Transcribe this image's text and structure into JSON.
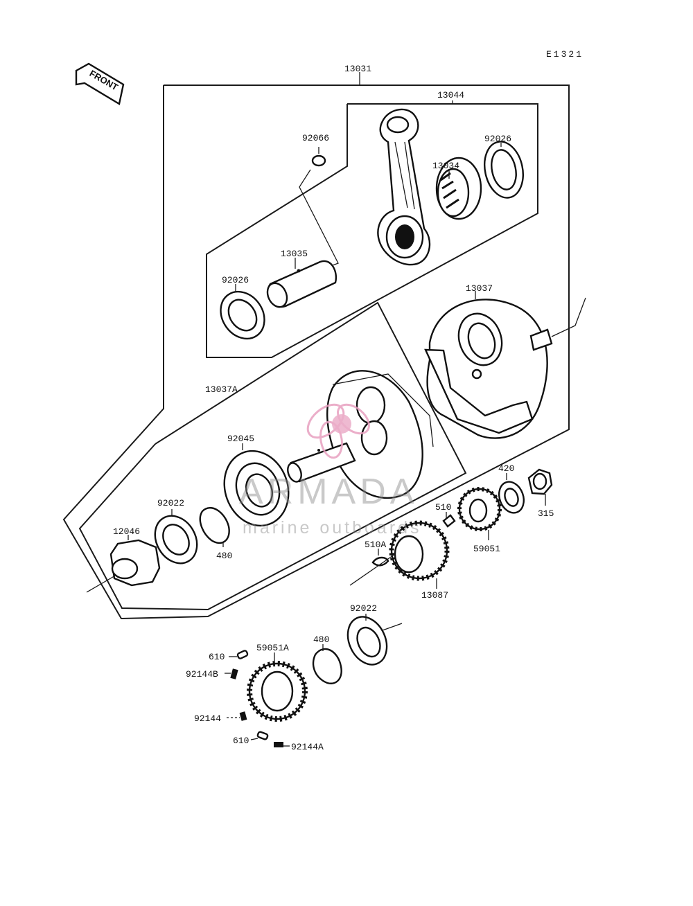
{
  "diagram": {
    "code": "E1321",
    "front_label": "FRONT",
    "watermark": {
      "title": "ARMADA",
      "subtitle": "marine outboards",
      "color": "#e8a0c0"
    },
    "parts": {
      "p13031": "13031",
      "p13044": "13044",
      "p92066": "92066",
      "p92026_top": "92026",
      "p13034": "13034",
      "p13035": "13035",
      "p92026_left": "92026",
      "p13037": "13037",
      "p13037A": "13037A",
      "p92045": "92045",
      "p92022_mid": "92022",
      "p12046": "12046",
      "p480_mid": "480",
      "p420": "420",
      "p315": "315",
      "p510": "510",
      "p59051": "59051",
      "p510A": "510A",
      "p13087": "13087",
      "p92022_low": "92022",
      "p480_low": "480",
      "p610_top": "610",
      "p59051A": "59051A",
      "p92144B": "92144B",
      "p92144": "92144",
      "p610_low": "610",
      "p92144A": "92144A"
    }
  }
}
